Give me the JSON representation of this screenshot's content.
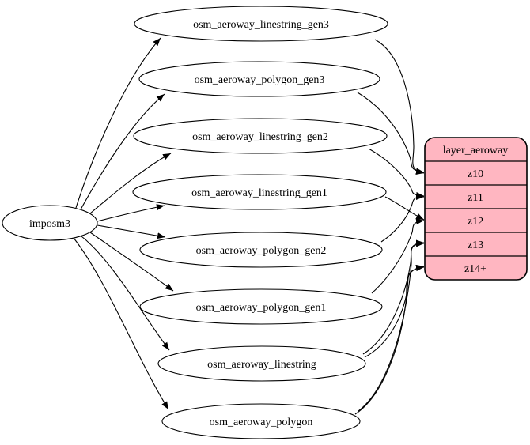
{
  "diagram": {
    "type": "graphviz-etl-graph",
    "background_color": "#ffffff",
    "node_fill": "#ffffff",
    "node_stroke": "#000000",
    "source": {
      "id": "imposm3",
      "label": "imposm3"
    },
    "tables": [
      {
        "id": "osm_aeroway_linestring_gen3",
        "label": "osm_aeroway_linestring_gen3"
      },
      {
        "id": "osm_aeroway_polygon_gen3",
        "label": "osm_aeroway_polygon_gen3"
      },
      {
        "id": "osm_aeroway_linestring_gen2",
        "label": "osm_aeroway_linestring_gen2"
      },
      {
        "id": "osm_aeroway_linestring_gen1",
        "label": "osm_aeroway_linestring_gen1"
      },
      {
        "id": "osm_aeroway_polygon_gen2",
        "label": "osm_aeroway_polygon_gen2"
      },
      {
        "id": "osm_aeroway_polygon_gen1",
        "label": "osm_aeroway_polygon_gen1"
      },
      {
        "id": "osm_aeroway_linestring",
        "label": "osm_aeroway_linestring"
      },
      {
        "id": "osm_aeroway_polygon",
        "label": "osm_aeroway_polygon"
      }
    ],
    "layer": {
      "id": "layer_aeroway",
      "title": "layer_aeroway",
      "rows": [
        "z10",
        "z11",
        "z12",
        "z13",
        "z14+"
      ],
      "fill": "#ffb6c1",
      "stroke": "#000000"
    },
    "edges_from_source": [
      {
        "from": "imposm3",
        "to": "osm_aeroway_linestring_gen3"
      },
      {
        "from": "imposm3",
        "to": "osm_aeroway_polygon_gen3"
      },
      {
        "from": "imposm3",
        "to": "osm_aeroway_linestring_gen2"
      },
      {
        "from": "imposm3",
        "to": "osm_aeroway_linestring_gen1"
      },
      {
        "from": "imposm3",
        "to": "osm_aeroway_polygon_gen2"
      },
      {
        "from": "imposm3",
        "to": "osm_aeroway_polygon_gen1"
      },
      {
        "from": "imposm3",
        "to": "osm_aeroway_linestring"
      },
      {
        "from": "imposm3",
        "to": "osm_aeroway_polygon"
      }
    ],
    "edges_to_layer": [
      {
        "from": "osm_aeroway_linestring_gen3",
        "to": "z10"
      },
      {
        "from": "osm_aeroway_polygon_gen3",
        "to": "z10"
      },
      {
        "from": "osm_aeroway_linestring_gen2",
        "to": "z11"
      },
      {
        "from": "osm_aeroway_polygon_gen2",
        "to": "z11"
      },
      {
        "from": "osm_aeroway_linestring_gen1",
        "to": "z12"
      },
      {
        "from": "osm_aeroway_polygon_gen1",
        "to": "z12"
      },
      {
        "from": "osm_aeroway_linestring",
        "to": "z13"
      },
      {
        "from": "osm_aeroway_linestring",
        "to": "z14+"
      },
      {
        "from": "osm_aeroway_polygon",
        "to": "z13"
      },
      {
        "from": "osm_aeroway_polygon",
        "to": "z14+"
      }
    ]
  }
}
